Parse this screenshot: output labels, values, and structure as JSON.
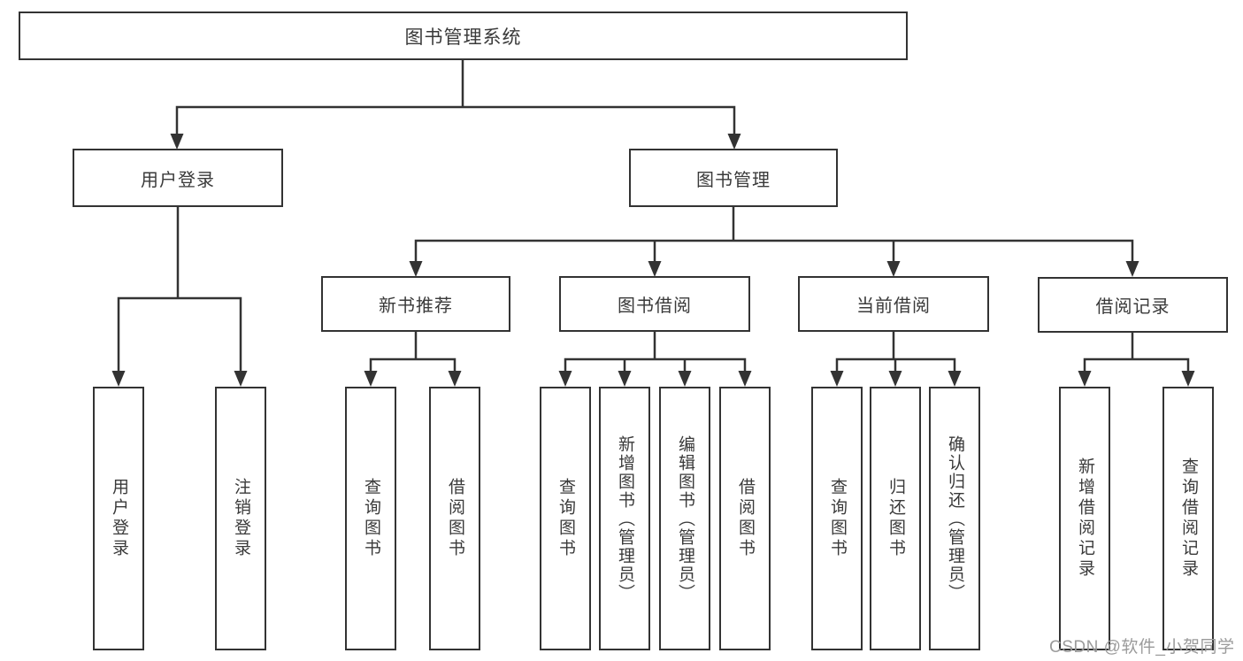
{
  "colors": {
    "line": "#333333",
    "box_border": "#333333",
    "box_fill": "#ffffff",
    "text": "#3a3a3a",
    "watermark_text": "#9b9b9b"
  },
  "tree": {
    "root": {
      "label": "图书管理系统"
    },
    "branches": [
      {
        "label": "用户登录",
        "children": [
          {
            "label": "用户登录"
          },
          {
            "label": "注销登录"
          }
        ]
      },
      {
        "label": "图书管理",
        "children": [
          {
            "label": "新书推荐",
            "children": [
              {
                "label": "查询图书"
              },
              {
                "label": "借阅图书"
              }
            ]
          },
          {
            "label": "图书借阅",
            "children": [
              {
                "label": "查询图书"
              },
              {
                "label": "新增图书（管理员）"
              },
              {
                "label": "编辑图书（管理员）"
              },
              {
                "label": "借阅图书"
              }
            ]
          },
          {
            "label": "当前借阅",
            "children": [
              {
                "label": "查询图书"
              },
              {
                "label": "归还图书"
              },
              {
                "label": "确认归还（管理员）"
              }
            ]
          },
          {
            "label": "借阅记录",
            "children": [
              {
                "label": "新增借阅记录"
              },
              {
                "label": "查询借阅记录"
              }
            ]
          }
        ]
      }
    ]
  },
  "watermark": {
    "text": "CSDN @软件_小贺同学"
  }
}
